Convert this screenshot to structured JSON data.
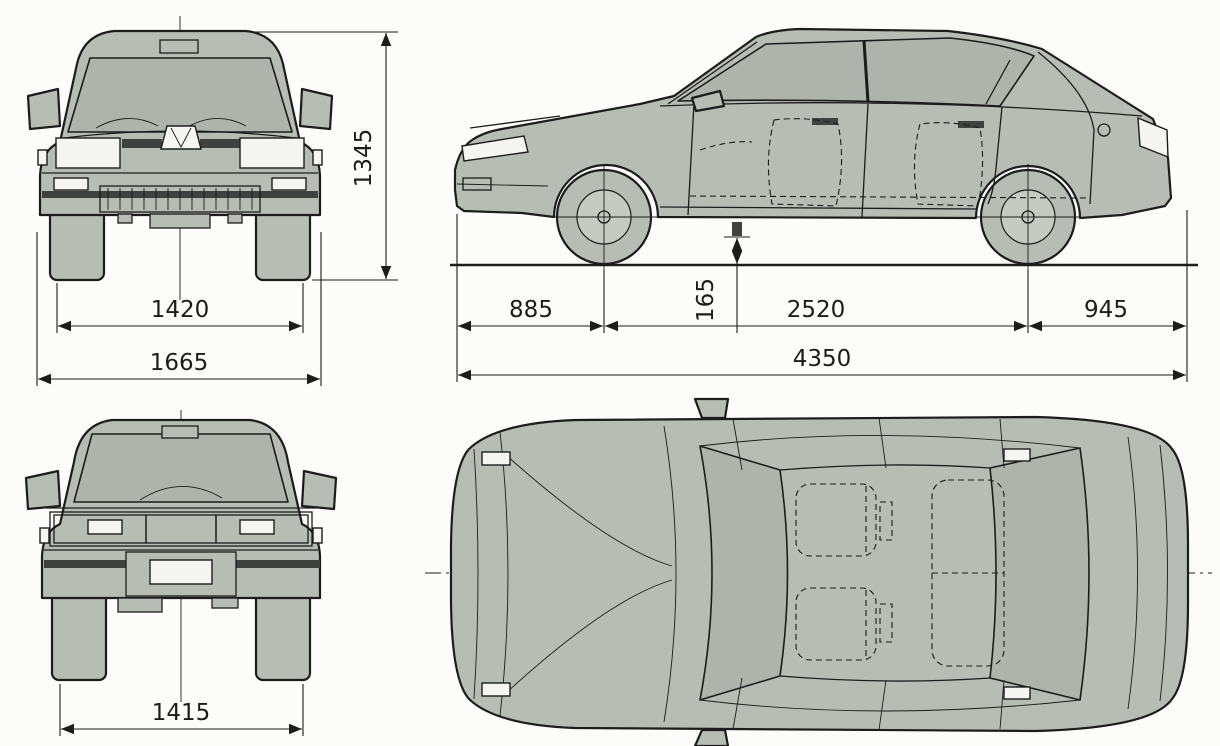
{
  "drawing": {
    "type": "car-blueprint",
    "views": [
      "front",
      "side",
      "rear",
      "top"
    ]
  },
  "dimensions": {
    "overall_height": "1345",
    "front_track": "1420",
    "overall_width": "1665",
    "front_overhang": "885",
    "ground_clearance": "165",
    "wheelbase": "2520",
    "rear_overhang": "945",
    "overall_length": "4350",
    "rear_track": "1415"
  },
  "colors": {
    "line": "#1c1c1c",
    "body_fill": "#b7bcb4",
    "glass_fill": "#aeb4ac",
    "light_fill": "#f5f5f1",
    "dark_fill": "#3f423e",
    "bg": "#fcfcfa"
  }
}
